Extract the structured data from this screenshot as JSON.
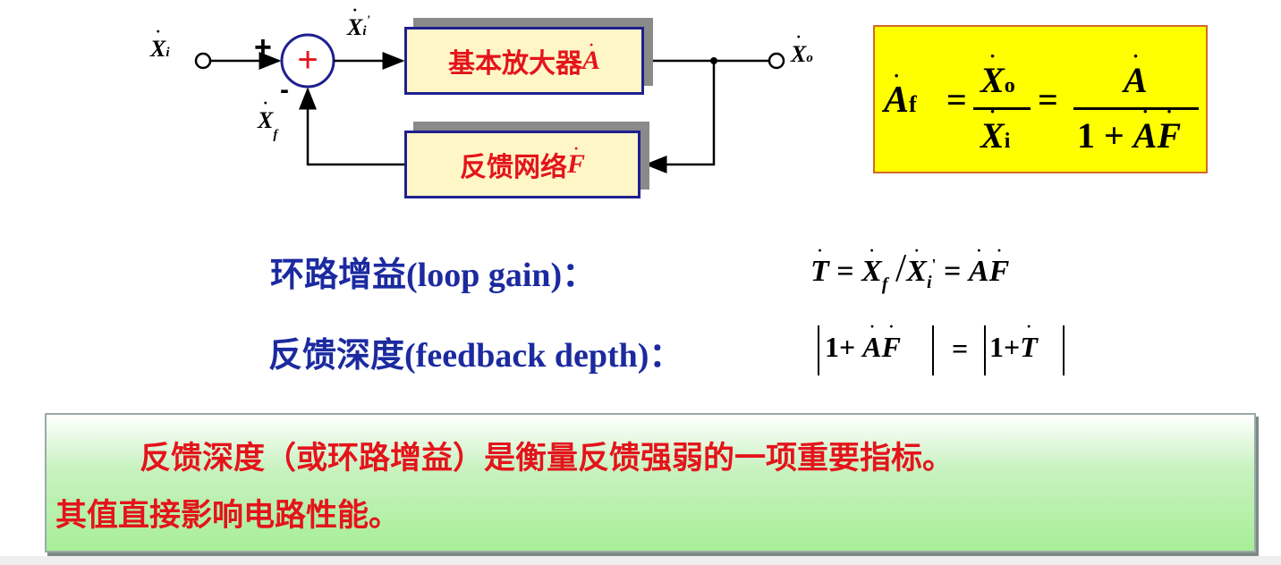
{
  "diagram": {
    "input_signal": "X",
    "input_sub": "i",
    "net_input_signal": "X",
    "net_input_sub": "i",
    "net_input_prime": "'",
    "feedback_signal": "X",
    "feedback_sub": "f",
    "output_signal": "X",
    "output_sub": "o",
    "plus_sign": "+",
    "minus_sign": "-",
    "summer_symbol": "+",
    "amplifier_label": "基本放大器",
    "amplifier_symbol": "A",
    "feedback_label": "反馈网络",
    "feedback_symbol": "F"
  },
  "gain_formula": {
    "lhs": "A",
    "lhs_sub": "f",
    "eq1": "=",
    "num1": "X",
    "num1_sub": "o",
    "den1": "X",
    "den1_sub": "i",
    "eq2": "=",
    "num2": "A",
    "den2_one": "1",
    "den2_plus": "+",
    "den2_a": "A",
    "den2_f": "F"
  },
  "loop_gain": {
    "label_cn": "环路增益",
    "label_en": "(loop gain)",
    "colon": "：",
    "t": "T",
    "eq": "=",
    "xf": "X",
    "xf_sub": "f",
    "slash": "/",
    "xi": "X",
    "xi_sub": "i",
    "xi_prime": "'",
    "eq2": "=",
    "a": "A",
    "f": "F"
  },
  "feedback_depth": {
    "label_cn": "反馈深度",
    "label_en": "(feedback depth)",
    "colon": "：",
    "one": "1",
    "plus": "+",
    "a": "A",
    "f": "F",
    "eq": "=",
    "one2": "1",
    "plus2": "+",
    "t": "T"
  },
  "note": {
    "line1": "反馈深度（或环路增益）是衡量反馈强弱的一项重要指标。",
    "line2": "其值直接影响电路性能。"
  },
  "colors": {
    "block_border": "#1f1f8f",
    "block_fill": "#fff6c8",
    "red_text": "#e4141b",
    "blue_text": "#1c2aa0",
    "formula_fill": "#ffff00"
  }
}
